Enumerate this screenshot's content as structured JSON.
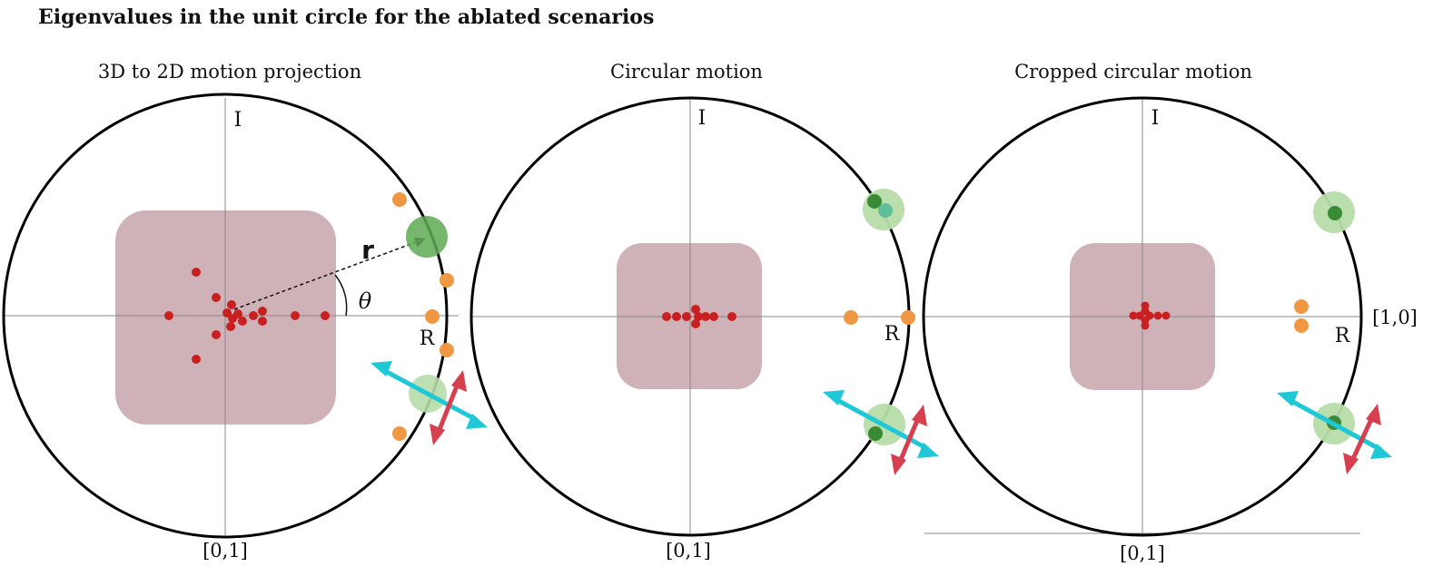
{
  "title": "Eigenvalues in the unit circle for the ablated scenarios",
  "colors": {
    "circle": "#000000",
    "axis": "#8a8a8a",
    "box": "#cfb2b7",
    "inner_dot": "#c82020",
    "orange_dot": "#ef9743",
    "green_dark": "#3a8a35",
    "green_mid": "#63b058",
    "green_light": "#b7dca9",
    "teal_dot": "#5fbf98",
    "arrow_cyan": "#1ec8d6",
    "arrow_red": "#d6404e"
  },
  "icons": {
    "cyan_arrow": "double-headed-arrow-icon",
    "red_arrow": "double-headed-arrow-icon"
  },
  "panels": [
    {
      "id": "projection",
      "title": "3D to 2D motion projection",
      "imag_label": "I",
      "real_label": "R",
      "bottom_label": "[0,1]",
      "right_label": "",
      "r_label": "r",
      "theta_label": "θ"
    },
    {
      "id": "circular",
      "title": "Circular motion",
      "imag_label": "I",
      "real_label": "R",
      "bottom_label": "[0,1]",
      "right_label": ""
    },
    {
      "id": "cropped",
      "title": "Cropped circular motion",
      "imag_label": "I",
      "real_label": "R",
      "bottom_label": "[0,1]",
      "right_label": "[1,0]"
    }
  ]
}
